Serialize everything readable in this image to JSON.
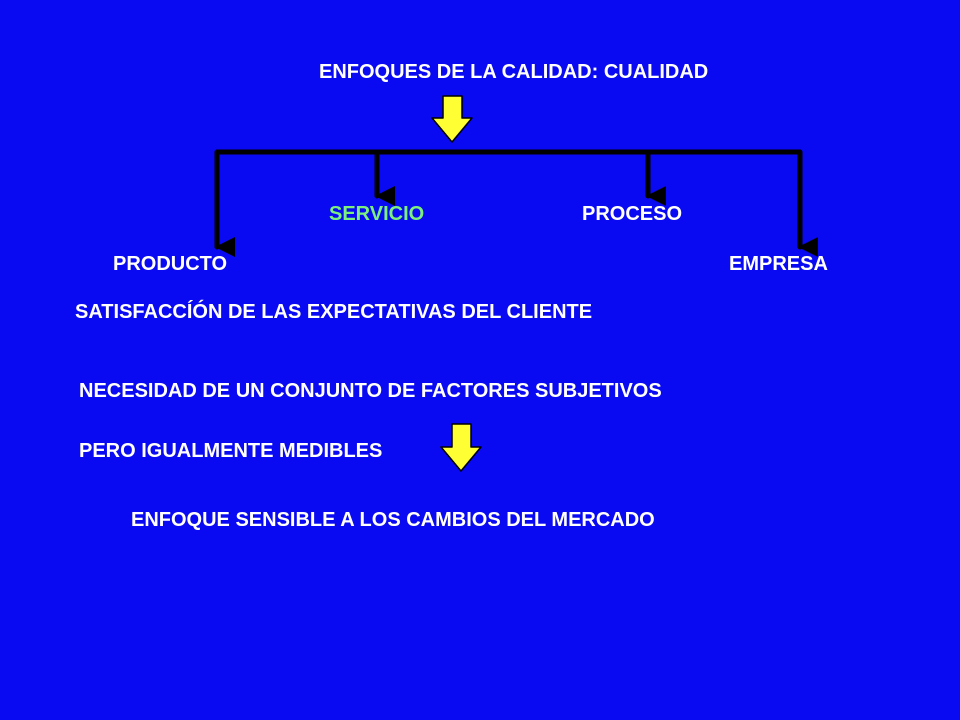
{
  "slide": {
    "title": "ENFOQUES DE LA CALIDAD: CUALIDAD",
    "branches": {
      "servicio": "SERVICIO",
      "proceso": "PROCESO",
      "producto": "PRODUCTO",
      "empresa": "EMPRESA"
    },
    "satisfaction": "SATISFACCÍÓN DE LAS EXPECTATIVAS DEL CLIENTE",
    "necessity_line1": "NECESIDAD DE UN CONJUNTO DE FACTORES SUBJETIVOS",
    "necessity_line2": "PERO IGUALMENTE MEDIBLES",
    "conclusion": "ENFOQUE SENSIBLE A LOS CAMBIOS DEL MERCADO"
  },
  "colors": {
    "background": "#0a0af2",
    "text": "#ffffff",
    "highlight_text": "#7cf07c",
    "block_arrow": "#ffff33",
    "connector": "#000000"
  },
  "icons": {
    "top_arrow": "yellow-down-block-arrow",
    "bottom_arrow": "yellow-down-block-arrow"
  }
}
